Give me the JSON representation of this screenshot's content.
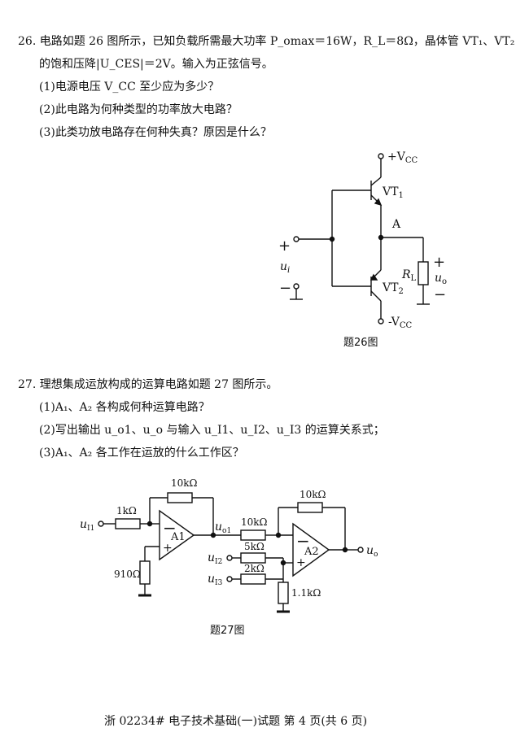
{
  "q26": {
    "line1": "26. 电路如题 26 图所示，已知负载所需最大功率 P_omax＝16W，R_L＝8Ω，晶体管 VT₁、VT₂",
    "line2": "的饱和压降|U_CES|＝2V。输入为正弦信号。",
    "sub1": "(1)电源电压 V_CC 至少应为多少？",
    "sub2": "(2)此电路为何种类型的功率放大电路？",
    "sub3": "(3)此类功放电路存在何种失真？原因是什么？",
    "figure": {
      "vcc_pos": "+V",
      "vcc_pos_sub": "CC",
      "vcc_neg": "-V",
      "vcc_neg_sub": "CC",
      "vt1": "VT",
      "vt1_sub": "1",
      "vt2": "VT",
      "vt2_sub": "2",
      "node_a": "A",
      "rl": "R",
      "rl_sub": "L",
      "ui": "u",
      "ui_sub": "i",
      "uo": "u",
      "uo_sub": "o",
      "plus": "+",
      "minus": "−",
      "caption": "题26图"
    }
  },
  "q27": {
    "line1": "27. 理想集成运放构成的运算电路如题 27 图所示。",
    "sub1": "(1)A₁、A₂ 各构成何种运算电路？",
    "sub2": "(2)写出输出 u_o1、u_o 与输入 u_I1、u_I2、u_I3 的运算关系式；",
    "sub3": "(3)A₁、A₂ 各工作在运放的什么工作区？",
    "figure": {
      "r_fb1": "10kΩ",
      "r_in1": "1kΩ",
      "r_gnd1": "910Ω",
      "r_link": "10kΩ",
      "r_i2": "5kΩ",
      "r_i3": "2kΩ",
      "r_fb2": "10kΩ",
      "r_gnd2": "1.1kΩ",
      "a1": "A1",
      "a2": "A2",
      "ui1": "u",
      "ui1_sub": "I1",
      "ui2": "u",
      "ui2_sub": "I2",
      "ui3": "u",
      "ui3_sub": "I3",
      "uo1": "u",
      "uo1_sub": "o1",
      "uo": "u",
      "uo_sub": "o",
      "caption": "题27图"
    }
  },
  "footer": "浙 02234# 电子技术基础(一)试题 第 4 页(共 6 页)"
}
